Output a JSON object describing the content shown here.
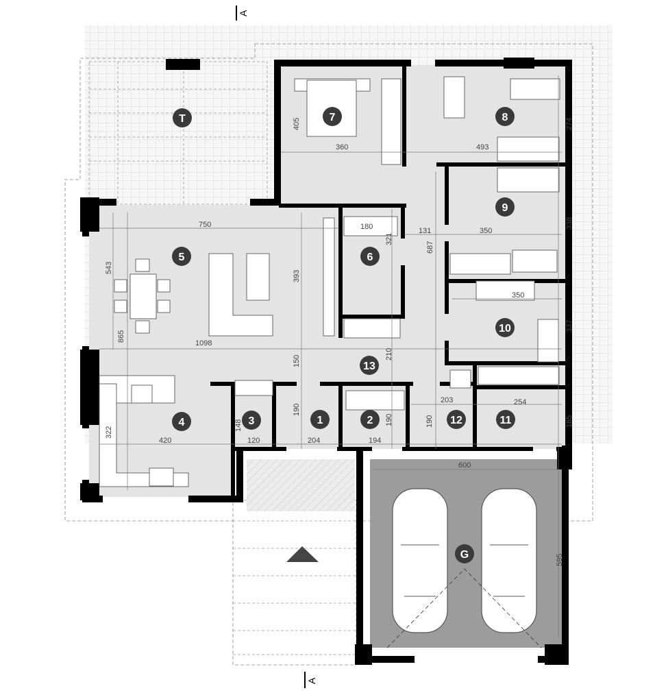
{
  "plan": {
    "section_marker": "A",
    "colors": {
      "floor": "#e4e4e4",
      "garage": "#9c9c9c",
      "wall": "#000000",
      "badge": "#3a3a3a",
      "terrace_grid": "#d4d4d4"
    },
    "rooms": {
      "terrace": "T",
      "r1": "1",
      "r2": "2",
      "r3": "3",
      "r4": "4",
      "r5": "5",
      "r6": "6",
      "r7": "7",
      "r8": "8",
      "r9": "9",
      "r10": "10",
      "r11": "11",
      "r12": "12",
      "r13": "13",
      "garage": "G"
    },
    "dims": {
      "living_w": "750",
      "living_h1": "543",
      "living_h2": "865",
      "total_w": "1098",
      "hall_h": "393",
      "hall_h2": "150",
      "r1_h": "190",
      "r13_h": "210",
      "bath_tub": "180",
      "bath_h": "321",
      "corr_w": "131",
      "corr_h": "687",
      "r7_h": "405",
      "r7_w": "360",
      "r8_w": "493",
      "r8_h": "274",
      "r9_w": "350",
      "r9_h": "338",
      "r10_w": "350",
      "r10_h": "337",
      "r12_w": "203",
      "r11_w": "254",
      "r11_h": "185",
      "r2_h": "190",
      "r12_h": "190",
      "r1_w": "204",
      "r2_w": "194",
      "r3_w": "120",
      "r3_h": "148",
      "kitchen_w": "420",
      "kitchen_h": "322",
      "garage_w": "600",
      "garage_h": "595"
    }
  }
}
